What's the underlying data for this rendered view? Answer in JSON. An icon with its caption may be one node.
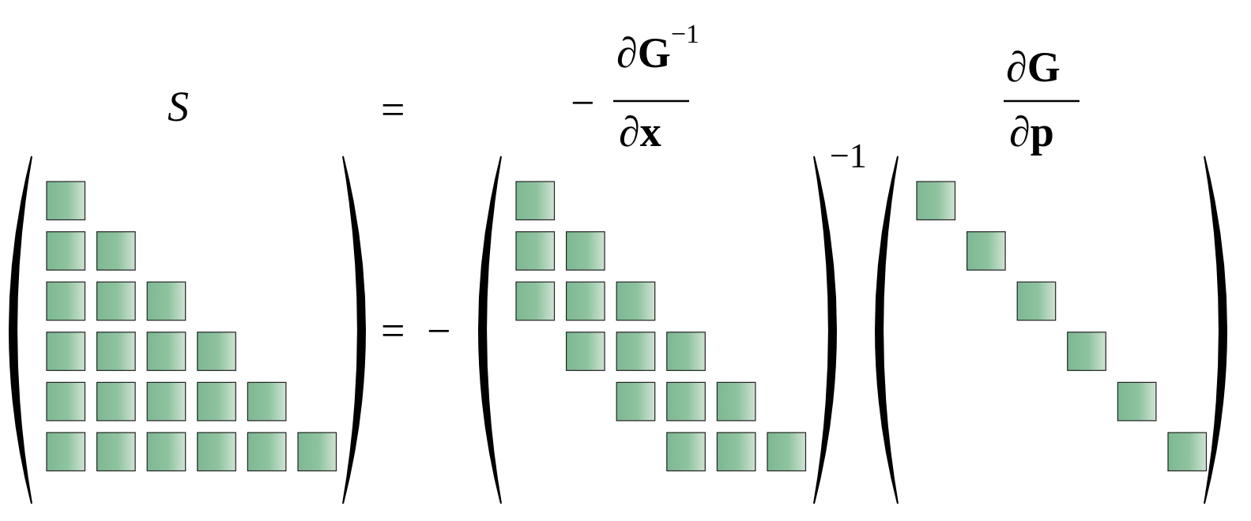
{
  "diagram": {
    "labels": [
      "S",
      "=",
      "−",
      "∂**G**$^{−1}$",
      "∂**x**",
      "∂**G**",
      "∂**p**",
      "=",
      "−",
      "−1"
    ]
  }
}
